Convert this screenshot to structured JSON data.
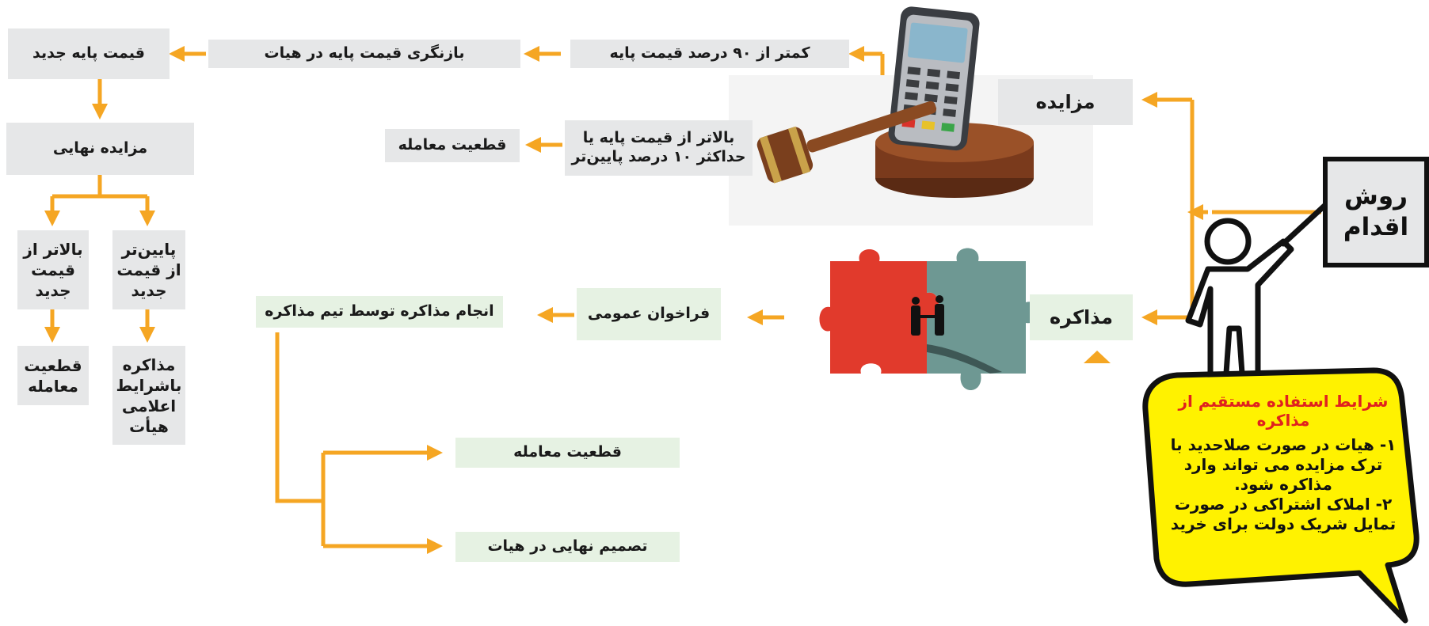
{
  "nodes": {
    "base_price_new": "قیمت پایه جدید",
    "review_base_price": "بازنگری قیمت پایه در هیات",
    "less_than_90": "کمتر از ۹۰ درصد قیمت پایه",
    "auction": "مزایده",
    "final_auction": "مزایده نهایی",
    "deal_finalization_top": "قطعیت معامله",
    "above_base_price": "بالاتر از قیمت پایه یا حداکثر ۱۰ درصد پایین‌تر",
    "action_method": "روش اقدام",
    "above_new_price": "بالاتر از قیمت جدید",
    "below_new_price": "پایین‌تر از قیمت جدید",
    "deal_finalization_left": "قطعیت معامله",
    "negotiate_board_terms": "مذاکره باشرایط اعلامی هیأت",
    "negotiation_by_team": "انجام مذاکره توسط تیم مذاکره",
    "public_call": "فراخوان عمومی",
    "negotiation": "مذاکره",
    "deal_finalization_bottom": "قطعیت معامله",
    "final_board_decision": "تصمیم نهایی در هیات"
  },
  "callout": {
    "title": "شرایط استفاده مستقیم از مذاکره",
    "condition_1": "۱- هیات در صورت صلاحدید با ترک مزایده می تواند وارد مذاکره شود.",
    "condition_2": "۲- املاک اشتراکی در صورت تمایل شریک دولت برای خرید"
  },
  "icons": {
    "auction": "gavel-and-card-terminal-icon",
    "negotiation": "puzzle-handshake-icon",
    "presenter": "presenter-stick-figure-icon"
  },
  "colors": {
    "arrow": "#f5a623",
    "gray_box": "#e6e7e8",
    "green_box": "#e6f2e3",
    "callout_fill": "#fff200",
    "callout_title": "#e0211f",
    "text": "#1a1a1a"
  }
}
